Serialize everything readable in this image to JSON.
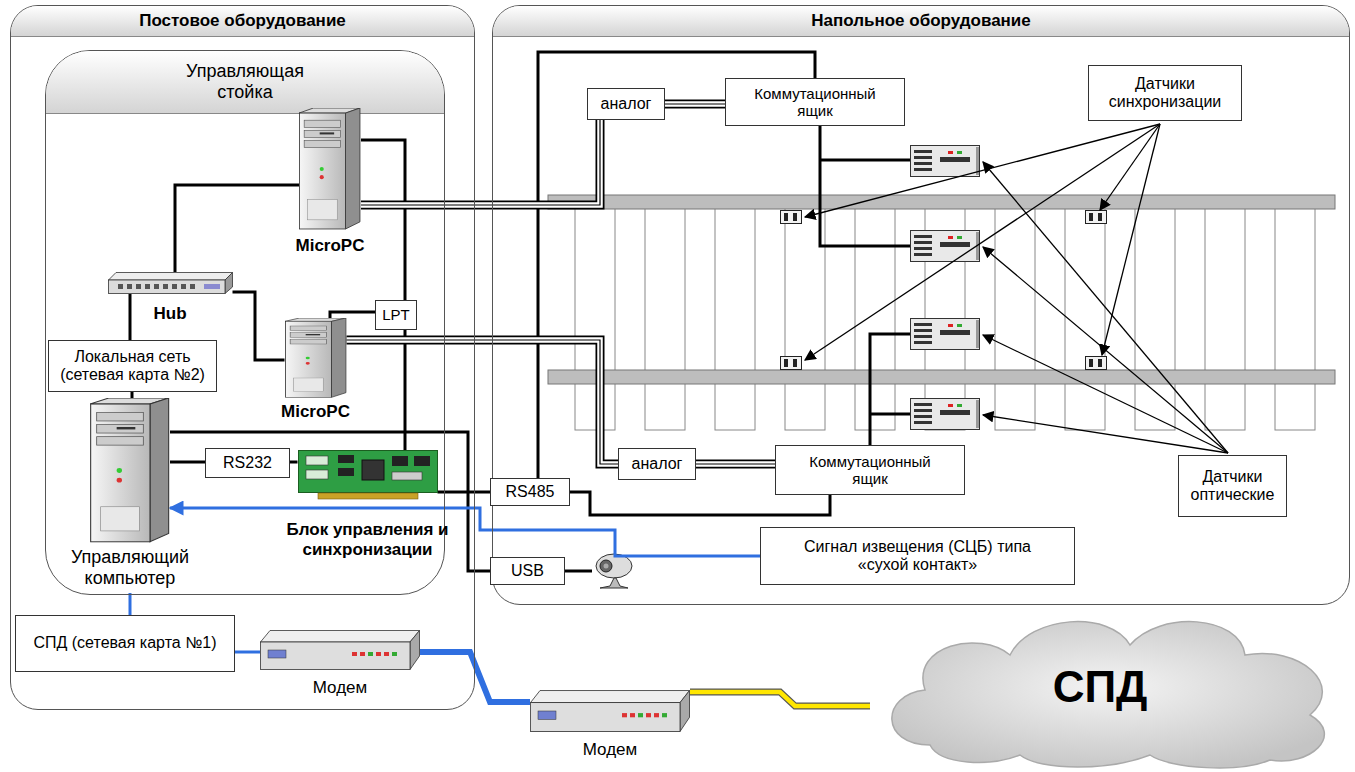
{
  "diagram": {
    "nodes": [
      {
        "text": [
          "Постовое оборудование"
        ]
      },
      {
        "text": [
          "Управляющая стойка"
        ],
        "in": 0
      },
      {
        "text": [
          "Напольное оборудование"
        ]
      },
      {
        "text": [
          "MicroPC"
        ],
        "in": 1
      },
      {
        "text": [
          "Hub"
        ],
        "in": 1
      },
      {
        "text": [
          "LPT"
        ],
        "in": 1
      },
      {
        "text": [
          "Локальная сеть (сетевая карта №2)"
        ],
        "in": 1
      },
      {
        "text": [
          "MicroPC"
        ],
        "in": 1
      },
      {
        "text": [
          "Управляющий компьютер"
        ],
        "in": 1
      },
      {
        "text": [
          "RS232"
        ],
        "in": 1
      },
      {
        "text": [
          "Блок управления и синхронизации"
        ],
        "in": 1
      },
      {
        "text": [
          "СПД (сетевая карта №1)"
        ],
        "in": 0
      },
      {
        "text": [
          "Модем"
        ],
        "in": 0
      },
      {
        "text": [
          "RS485"
        ]
      },
      {
        "text": [
          "USB"
        ]
      },
      {
        "text": [
          "Коммутационный ящик"
        ],
        "in": 2
      },
      {
        "text": [
          "аналог"
        ],
        "in": 2
      },
      {
        "text": [
          "аналог"
        ],
        "in": 2
      },
      {
        "text": [
          "Коммутационный ящик"
        ],
        "in": 2
      },
      {
        "text": [
          "Датчики синхронизации"
        ],
        "in": 2
      },
      {
        "text": [
          "Датчики оптические"
        ],
        "in": 2
      },
      {
        "text": [
          "Сигнал извещения (СЦБ) типа «сухой контакт»"
        ],
        "in": 2
      },
      {
        "text": [
          "Модем"
        ]
      },
      {
        "text": [
          "СПД"
        ]
      }
    ],
    "edges": [
      {
        "from": 3,
        "to": 4,
        "arrow": "none"
      },
      {
        "from": 4,
        "to": 7,
        "arrow": "none"
      },
      {
        "from": 4,
        "to": 6,
        "arrow": "none"
      },
      {
        "from": 6,
        "to": 8,
        "arrow": "none"
      },
      {
        "from": 3,
        "to": 5,
        "arrow": "none"
      },
      {
        "from": 7,
        "to": 5,
        "arrow": "none"
      },
      {
        "from": 5,
        "to": 10,
        "arrow": "none"
      },
      {
        "from": 8,
        "to": 9,
        "arrow": "none"
      },
      {
        "from": 9,
        "to": 10,
        "arrow": "none"
      },
      {
        "from": 8,
        "to": 14,
        "arrow": "none"
      },
      {
        "from": 10,
        "to": 13,
        "arrow": "none"
      },
      {
        "from": 13,
        "to": 15,
        "arrow": "none"
      },
      {
        "from": 13,
        "to": 18,
        "arrow": "none"
      },
      {
        "from": 3,
        "to": 16,
        "arrow": "none"
      },
      {
        "from": 16,
        "to": 15,
        "arrow": "none"
      },
      {
        "from": 7,
        "to": 17,
        "arrow": "none"
      },
      {
        "from": 17,
        "to": 18,
        "arrow": "none"
      },
      {
        "from": 21,
        "to": 8,
        "arrow": "to"
      },
      {
        "from": 11,
        "to": 8,
        "arrow": "none"
      },
      {
        "from": 11,
        "to": 12,
        "arrow": "none"
      },
      {
        "from": 12,
        "to": 22,
        "arrow": "none"
      },
      {
        "from": 22,
        "to": 23,
        "arrow": "none"
      }
    ]
  }
}
